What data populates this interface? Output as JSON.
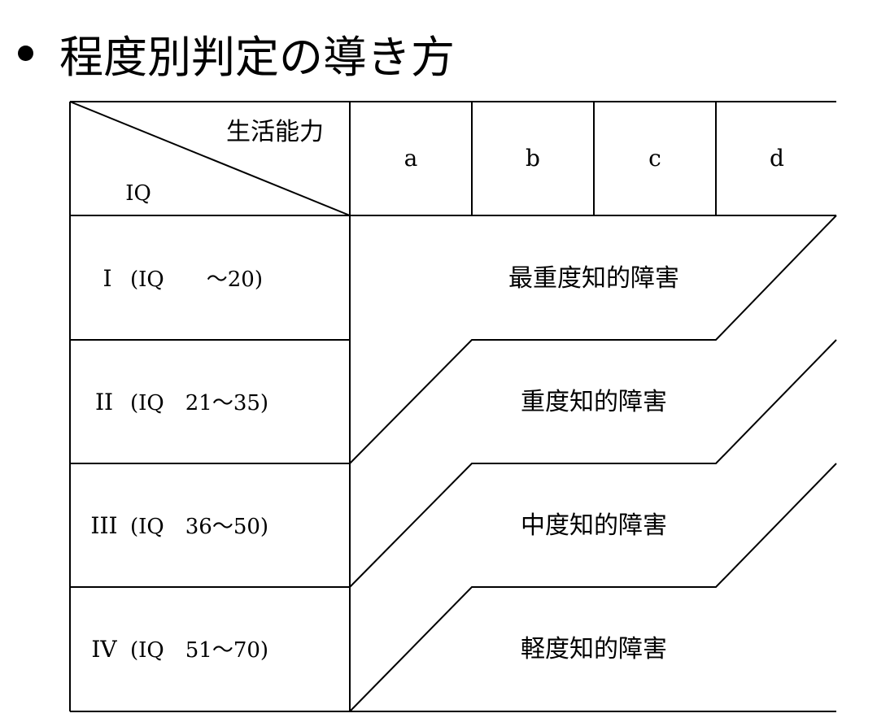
{
  "slide": {
    "title": "程度別判定の導き方"
  },
  "table": {
    "corner": {
      "top_label": "生活能力",
      "bottom_label": "IQ"
    },
    "columns": [
      "a",
      "b",
      "c",
      "d"
    ],
    "rows": [
      {
        "level": "I",
        "range": "(IQ　　～20)"
      },
      {
        "level": "II",
        "range": "(IQ　21～35)"
      },
      {
        "level": "III",
        "range": "(IQ　36～50)"
      },
      {
        "level": "IV",
        "range": "(IQ　51～70)"
      }
    ],
    "bands": [
      "最重度知的障害",
      "重度知的障害",
      "中度知的障害",
      "軽度知的障害"
    ]
  }
}
